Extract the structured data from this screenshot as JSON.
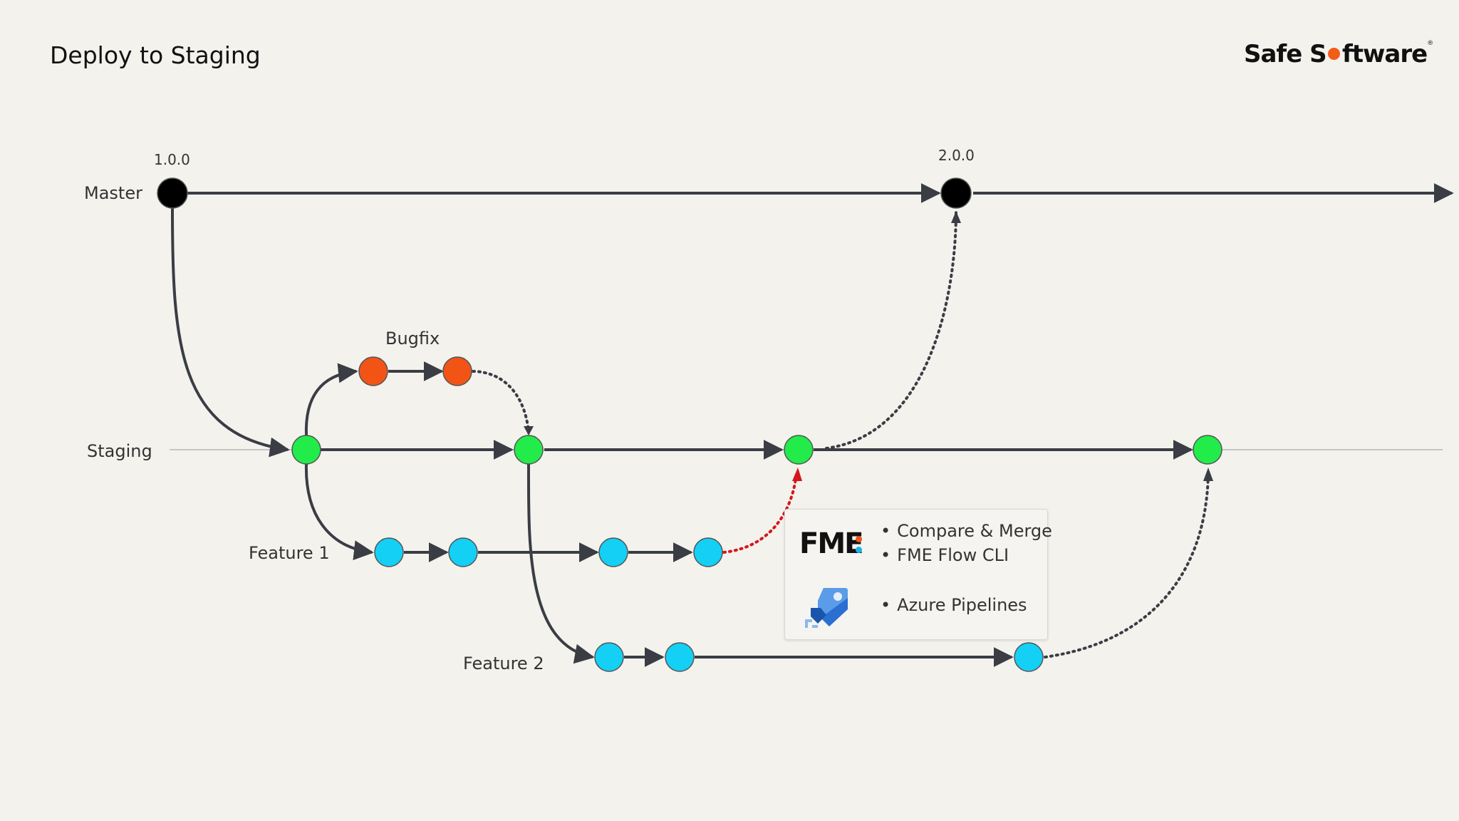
{
  "slide": {
    "title": "Deploy to Staging",
    "brand": "Safe Software",
    "brand_before_o": "Safe S",
    "brand_after_o": "ftware",
    "brand_o": "o",
    "brand_reg": "®"
  },
  "diagram": {
    "branches": {
      "master": "Master",
      "staging": "Staging",
      "bugfix": "Bugfix",
      "feature1": "Feature 1",
      "feature2": "Feature 2"
    },
    "versions": {
      "v1": "1.0.0",
      "v2": "2.0.0"
    }
  },
  "panel": {
    "fme_logo": "FME",
    "bullets": [
      "Compare & Merge",
      "FME Flow CLI",
      "Azure Pipelines"
    ],
    "azure_icon": "azure-pipelines-icon"
  },
  "colors": {
    "background": "#f3f2ed",
    "master_node": "#000000",
    "staging_node": "#22ec4a",
    "bugfix_node": "#f25416",
    "feature_node": "#14d0f5",
    "edge": "#3a3d44",
    "red_merge": "#d6161b",
    "brand_accent": "#f25c17"
  }
}
